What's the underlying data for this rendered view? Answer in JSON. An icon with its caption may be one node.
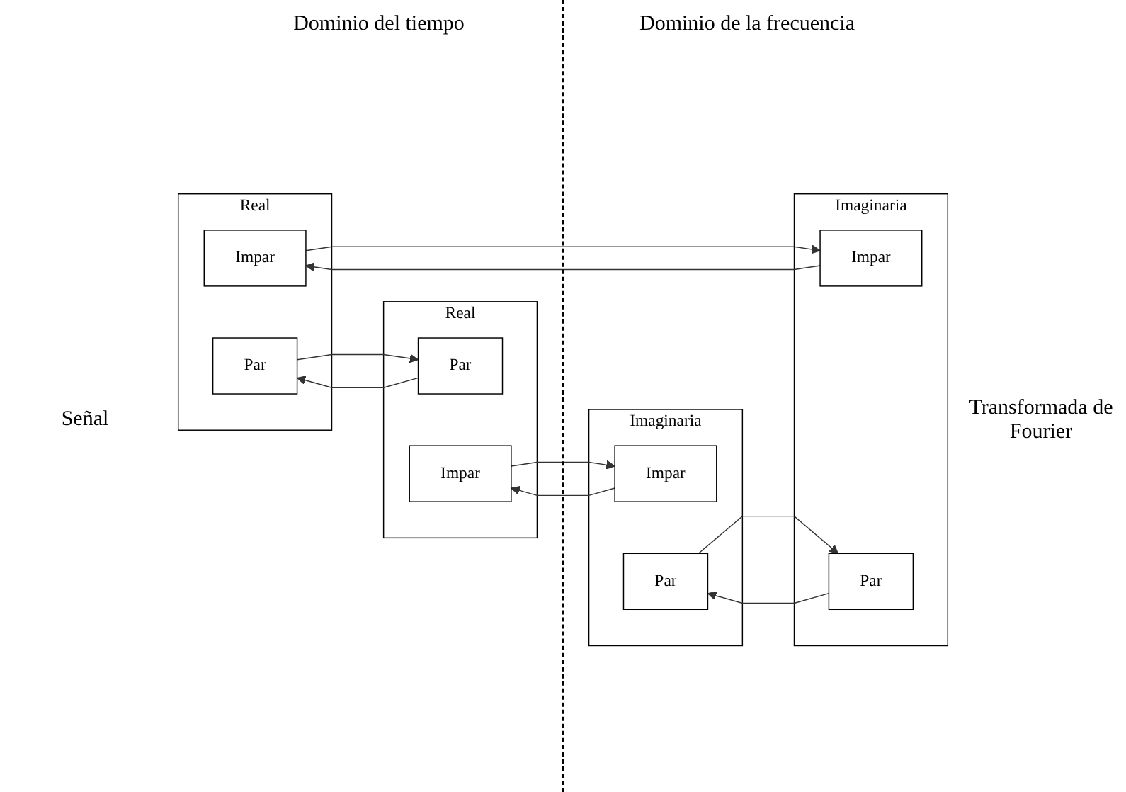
{
  "diagram": {
    "nodes": [
      {
        "text": [
          "Real"
        ]
      },
      {
        "text": [
          "Par"
        ],
        "in": 0
      },
      {
        "text": [
          "Impar"
        ],
        "in": 0
      },
      {
        "text": [
          "Real"
        ]
      },
      {
        "text": [
          "Par"
        ],
        "in": 3
      },
      {
        "text": [
          "Impar"
        ],
        "in": 3
      },
      {
        "text": [
          "Imaginaria"
        ]
      },
      {
        "text": [
          "Impar"
        ],
        "in": 6
      },
      {
        "text": [
          "Par"
        ],
        "in": 6
      },
      {
        "text": [
          "Imaginaria"
        ]
      },
      {
        "text": [
          "Impar"
        ],
        "in": 9
      },
      {
        "text": [
          "Par"
        ],
        "in": 9
      }
    ],
    "edges": [
      {
        "from": 1,
        "to": 4,
        "arrow": "to"
      },
      {
        "from": 4,
        "to": 1,
        "arrow": "to"
      },
      {
        "from": 2,
        "to": 10,
        "arrow": "to"
      },
      {
        "from": 10,
        "to": 2,
        "arrow": "to"
      },
      {
        "from": 7,
        "to": 5,
        "arrow": "to"
      },
      {
        "from": 5,
        "to": 7,
        "arrow": "to"
      },
      {
        "from": 8,
        "to": 11,
        "arrow": "to"
      },
      {
        "from": 11,
        "to": 8,
        "arrow": "to"
      }
    ],
    "labels": [
      "Dominio del tiempo",
      "Dominio de la frecuencia",
      "Señal",
      "Transformada de Fourier"
    ]
  }
}
